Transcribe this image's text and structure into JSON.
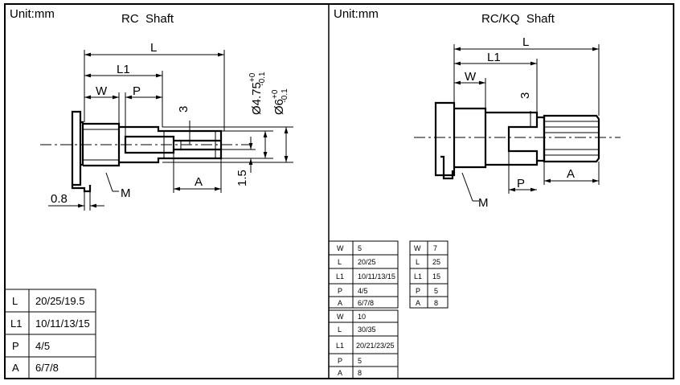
{
  "left_panel": {
    "unit": "Unit:mm",
    "title": "RC  Shaft",
    "dims": {
      "L": "L",
      "L1": "L1",
      "W": "W",
      "P": "P",
      "A": "A",
      "three": "3",
      "one_five": "1.5",
      "zero_eight": "0.8",
      "M": "M"
    },
    "dia_a": {
      "main": "Ø4.75",
      "sup": "+0",
      "sub": "-0.1"
    },
    "dia_b": {
      "main": "Ø6",
      "sup": "+0",
      "sub": "-0.1"
    },
    "table": [
      {
        "key": "L",
        "value": "20/25/19.5"
      },
      {
        "key": "L1",
        "value": "10/11/13/15"
      },
      {
        "key": "P",
        "value": "4/5"
      },
      {
        "key": "A",
        "value": "6/7/8"
      }
    ]
  },
  "right_panel": {
    "unit": "Unit:mm",
    "title": "RC/KQ  Shaft",
    "dims": {
      "L": "L",
      "L1": "L1",
      "W": "W",
      "P": "P",
      "A": "A",
      "three": "3",
      "M": "M"
    },
    "table_a": [
      {
        "key": "W",
        "value": "5"
      },
      {
        "key": "L",
        "value": "20/25"
      },
      {
        "key": "L1",
        "value": "10/11/13/15"
      },
      {
        "key": "P",
        "value": "4/5"
      },
      {
        "key": "A",
        "value": "6/7/8"
      }
    ],
    "table_b": [
      {
        "key": "W",
        "value": "7"
      },
      {
        "key": "L",
        "value": "25"
      },
      {
        "key": "L1",
        "value": "15"
      },
      {
        "key": "P",
        "value": "5"
      },
      {
        "key": "A",
        "value": "8"
      }
    ],
    "table_c": [
      {
        "key": "W",
        "value": "10"
      },
      {
        "key": "L",
        "value": "30/35"
      },
      {
        "key": "L1",
        "value": "20/21/23/25"
      },
      {
        "key": "P",
        "value": "5"
      },
      {
        "key": "A",
        "value": "8"
      }
    ]
  }
}
